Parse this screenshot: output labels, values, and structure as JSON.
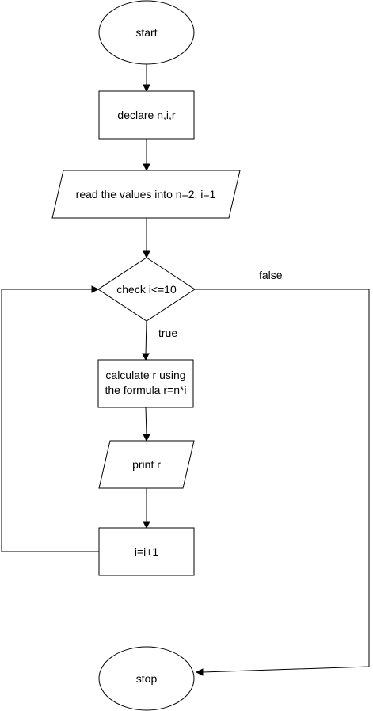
{
  "nodes": {
    "start": "start",
    "declare": "declare n,i,r",
    "read": "read the values into n=2, i=1",
    "check": "check i<=10",
    "calc_line1": "calculate r using",
    "calc_line2": "the formula r=n*i",
    "print": "print r",
    "increment": "i=i+1",
    "stop": "stop"
  },
  "edges": {
    "true_label": "true",
    "false_label": "false"
  }
}
